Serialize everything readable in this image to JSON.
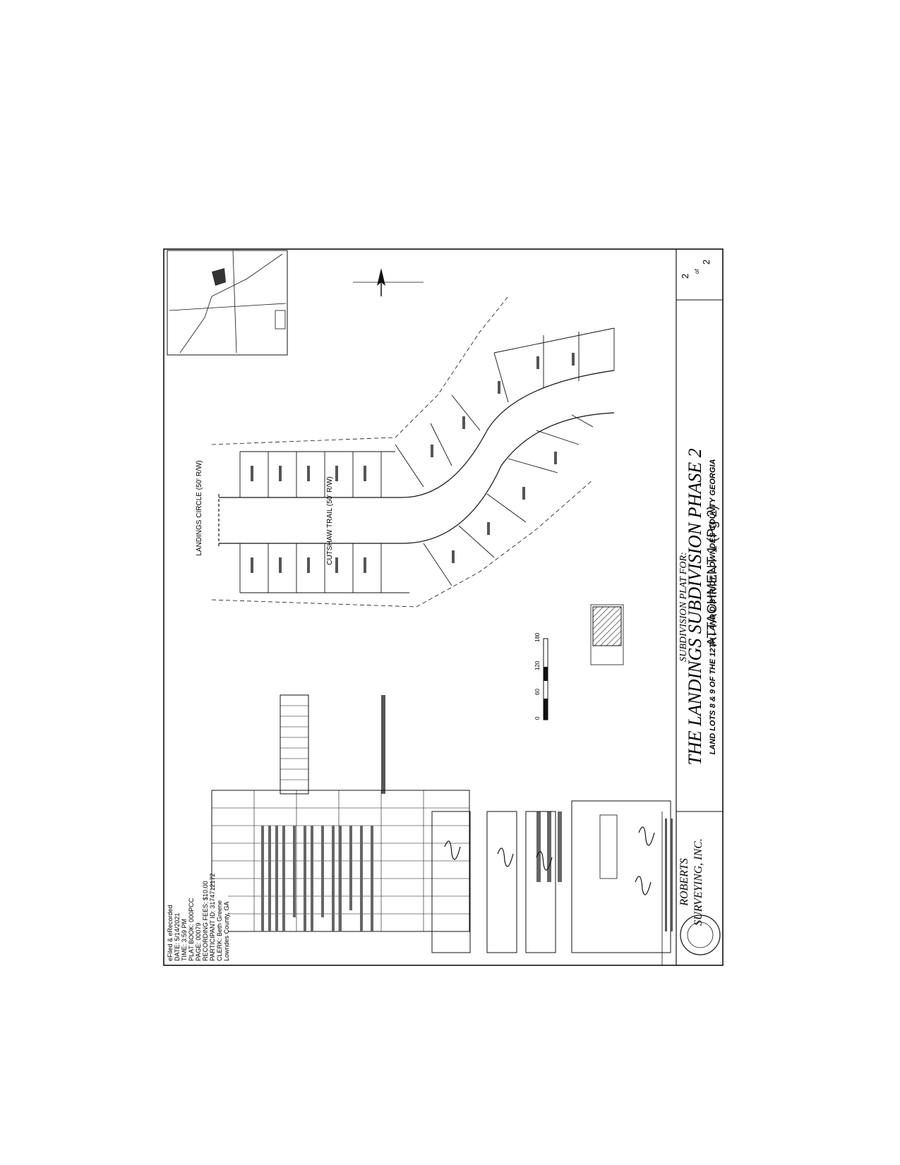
{
  "stamp": {
    "lines": [
      "eFiled & eRecorded",
      "DATE: 5/14/2021",
      "TIME: 3:59 PM",
      "PLAT BOOK: 000PCC",
      "PAGE: 00079",
      "RECORDING FEES: $10.00",
      "PARTICIPANT ID: 3174712172",
      "CLERK: Beth Greene",
      "Lowndes County, GA"
    ]
  },
  "title_block": {
    "prefix": "SUBDIVISION PLAT FOR:",
    "title": "THE LANDINGS SUBDIVISION PHASE 2",
    "subtitle": "LAND LOTS 8 & 9 OF THE 12TH LAND DISTRICT, LOWNDES COUNTY GEORGIA",
    "sheet_number": "2",
    "sheet_of": "of",
    "sheet_total": "2"
  },
  "firm": {
    "name_line1": "ROBERTS",
    "name_line2": "SURVEYING, INC."
  },
  "streets": {
    "landings_circle": "LANDINGS CIRCLE (50' R/W)",
    "cutshaw_trail": "CUTSHAW TRAIL (50' R/W)"
  },
  "scale_bar": {
    "ticks": [
      "0",
      "60",
      "120",
      "180"
    ]
  },
  "caption": "ATTACHMENT 1 (Pg 2)",
  "colors": {
    "ink": "#111111",
    "paper": "#ffffff",
    "hatch": "#444444"
  }
}
